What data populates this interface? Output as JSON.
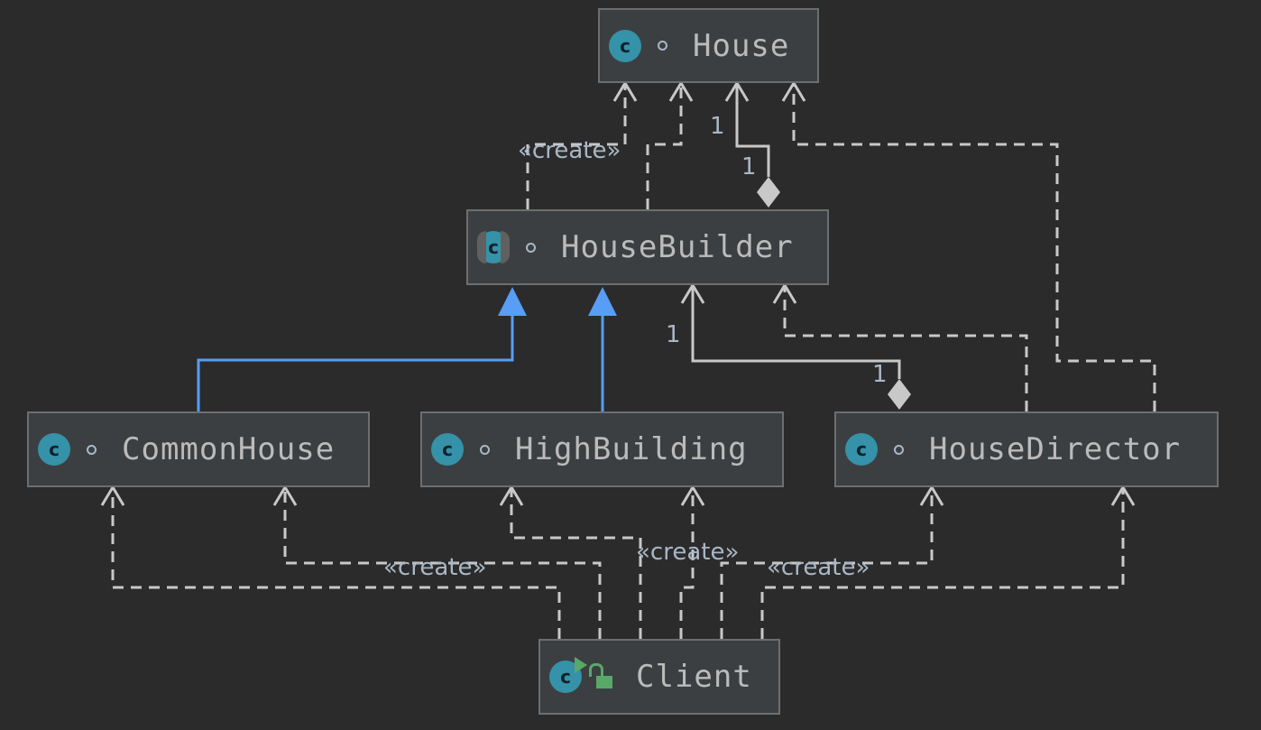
{
  "classes": {
    "house": {
      "name": "House",
      "icon": "class-icon"
    },
    "house_builder": {
      "name": "HouseBuilder",
      "icon": "abstract-class-icon"
    },
    "common_house": {
      "name": "CommonHouse",
      "icon": "class-icon"
    },
    "high_building": {
      "name": "HighBuilding",
      "icon": "class-icon"
    },
    "house_director": {
      "name": "HouseDirector",
      "icon": "class-icon"
    },
    "client": {
      "name": "Client",
      "icon": "runnable-class-icon"
    }
  },
  "class_icon_letter": "c",
  "labels": {
    "create_top": "«create»",
    "create_left": "«create»",
    "create_middle": "«create»",
    "create_right": "«create»",
    "mult_house_1": "1",
    "mult_house_2": "1",
    "mult_builder_1": "1",
    "mult_builder_2": "1"
  },
  "colors": {
    "background": "#2b2b2b",
    "node_fill": "#3c3f41",
    "node_border": "#6c6f71",
    "edge": "#c8c8c8",
    "inheritance": "#589df6",
    "icon": "#3592a8",
    "text": "#bbbbbb"
  }
}
